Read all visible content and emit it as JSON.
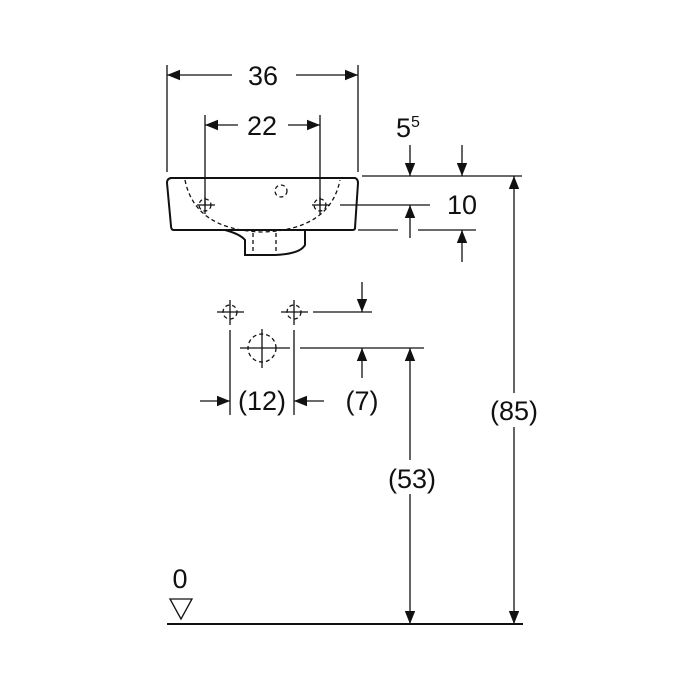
{
  "title": "Hand basin dimension drawing",
  "dimensions": {
    "overall_width": "36",
    "tap_hole_spacing": "22",
    "rim_offset_base": "5",
    "rim_offset_sup": "5",
    "waste_height": "10",
    "supply_spacing": "(12)",
    "supply_offset": "(7)",
    "waste_outlet_height": "(53)",
    "rim_height": "(85)",
    "floor_level": "0"
  },
  "colors": {
    "ink": "#111111",
    "background": "#ffffff"
  }
}
